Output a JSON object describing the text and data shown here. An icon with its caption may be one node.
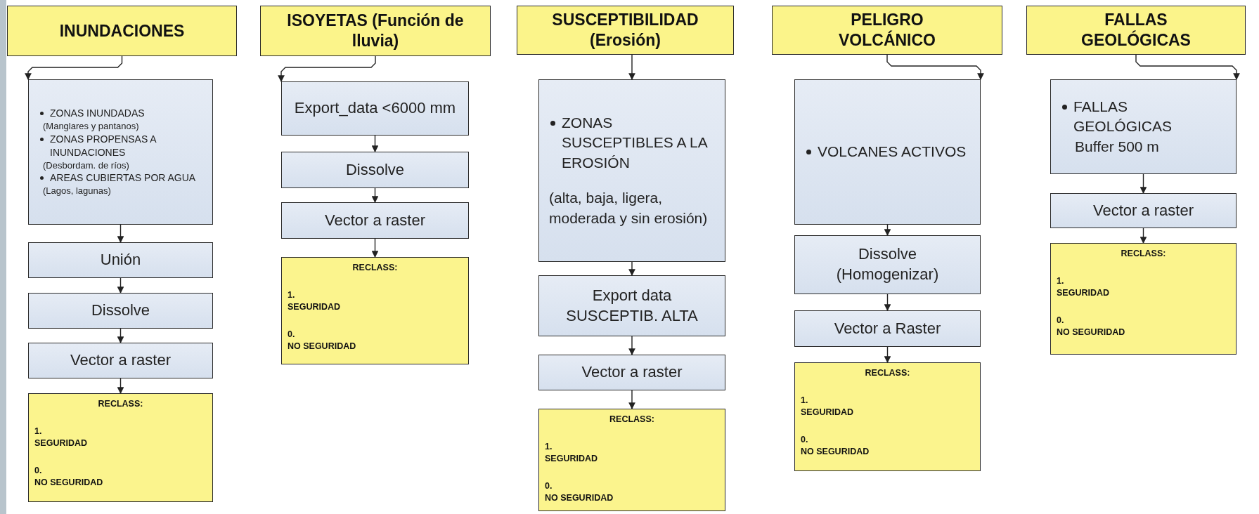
{
  "diagram": {
    "nodes": [
      {
        "text": [
          "INUNDACIONES"
        ]
      },
      {
        "text": [
          "ZONAS INUNDADAS",
          "(Manglares y pantanos)",
          "ZONAS PROPENSAS A INUNDACIONES",
          "(Desbordam. de ríos)",
          "AREAS CUBIERTAS POR AGUA",
          "(Lagos, lagunas)"
        ]
      },
      {
        "text": [
          "Unión"
        ]
      },
      {
        "text": [
          "Dissolve"
        ]
      },
      {
        "text": [
          "Vector a raster"
        ]
      },
      {
        "text": [
          "RECLASS:",
          "1.",
          "SEGURIDAD",
          "0.",
          "NO SEGURIDAD"
        ]
      },
      {
        "text": [
          "ISOYETAS (Función de lluvia)"
        ]
      },
      {
        "text": [
          "Export_data <6000 mm"
        ]
      },
      {
        "text": [
          "Dissolve"
        ]
      },
      {
        "text": [
          "Vector a raster"
        ]
      },
      {
        "text": [
          "RECLASS:",
          "1.",
          "SEGURIDAD",
          "0.",
          "NO SEGURIDAD"
        ]
      },
      {
        "text": [
          "SUSCEPTIBILIDAD (Erosión)"
        ]
      },
      {
        "text": [
          "ZONAS SUSCEPTIBLES A LA EROSIÓN",
          "(alta, baja, ligera, moderada y sin erosión)"
        ]
      },
      {
        "text": [
          "Export data SUSCEPTIB. ALTA"
        ]
      },
      {
        "text": [
          "Vector a raster"
        ]
      },
      {
        "text": [
          "RECLASS:",
          "1.",
          "SEGURIDAD",
          "0.",
          "NO SEGURIDAD"
        ]
      },
      {
        "text": [
          "PELIGRO VOLCÁNICO"
        ]
      },
      {
        "text": [
          "VOLCANES ACTIVOS"
        ]
      },
      {
        "text": [
          "Dissolve (Homogenizar)"
        ]
      },
      {
        "text": [
          "Vector a Raster"
        ]
      },
      {
        "text": [
          "RECLASS:",
          "1.",
          "SEGURIDAD",
          "0.",
          "NO SEGURIDAD"
        ]
      },
      {
        "text": [
          "FALLAS GEOLÓGICAS"
        ]
      },
      {
        "text": [
          "FALLAS GEOLÓGICAS",
          "Buffer 500 m"
        ]
      },
      {
        "text": [
          "Vector a raster"
        ]
      },
      {
        "text": [
          "RECLASS:",
          "1.",
          "SEGURIDAD",
          "0.",
          "NO SEGURIDAD"
        ]
      }
    ],
    "edges": [
      {
        "from": 0,
        "to": 1,
        "arrow": "to"
      },
      {
        "from": 1,
        "to": 2,
        "arrow": "to"
      },
      {
        "from": 2,
        "to": 3,
        "arrow": "to"
      },
      {
        "from": 3,
        "to": 4,
        "arrow": "to"
      },
      {
        "from": 4,
        "to": 5,
        "arrow": "to"
      },
      {
        "from": 6,
        "to": 7,
        "arrow": "to"
      },
      {
        "from": 7,
        "to": 8,
        "arrow": "to"
      },
      {
        "from": 8,
        "to": 9,
        "arrow": "to"
      },
      {
        "from": 9,
        "to": 10,
        "arrow": "to"
      },
      {
        "from": 11,
        "to": 12,
        "arrow": "to"
      },
      {
        "from": 12,
        "to": 13,
        "arrow": "to"
      },
      {
        "from": 13,
        "to": 14,
        "arrow": "to"
      },
      {
        "from": 14,
        "to": 15,
        "arrow": "to"
      },
      {
        "from": 16,
        "to": 17,
        "arrow": "to"
      },
      {
        "from": 17,
        "to": 18,
        "arrow": "to"
      },
      {
        "from": 18,
        "to": 19,
        "arrow": "to"
      },
      {
        "from": 19,
        "to": 20,
        "arrow": "to"
      },
      {
        "from": 21,
        "to": 22,
        "arrow": "to"
      },
      {
        "from": 22,
        "to": 23,
        "arrow": "to"
      },
      {
        "from": 23,
        "to": 24,
        "arrow": "to"
      }
    ]
  }
}
